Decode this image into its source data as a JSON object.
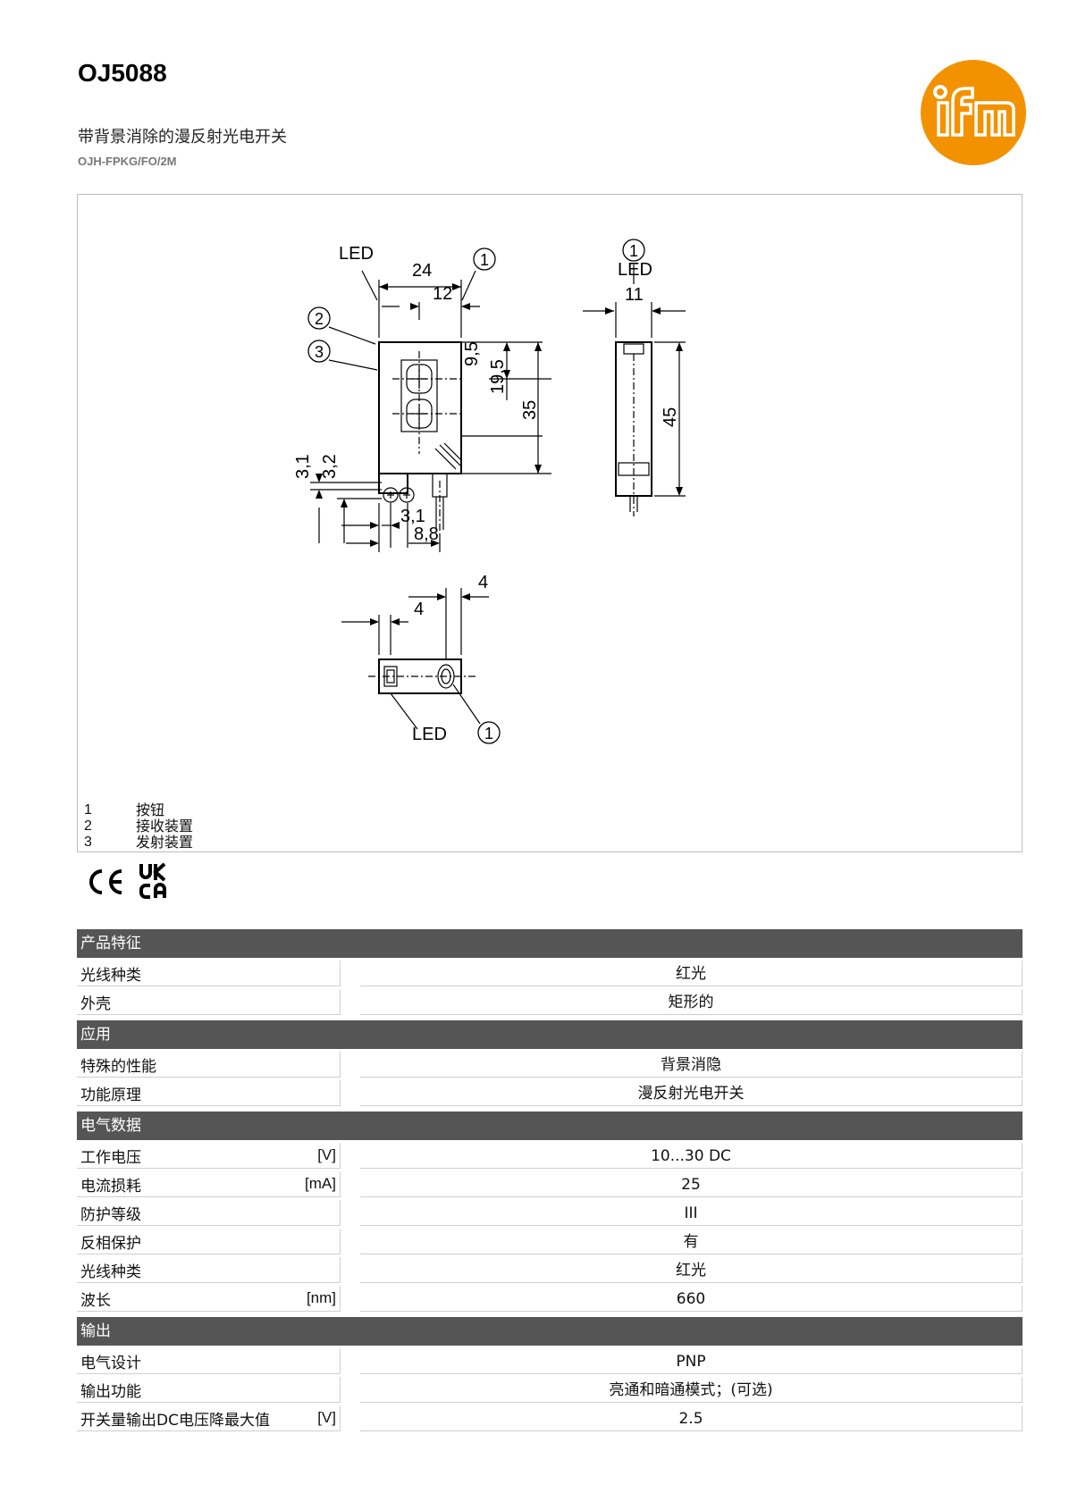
{
  "header": {
    "product_code": "OJ5088",
    "description": "带背景消除的漫反射光电开关",
    "article_name": "OJH-FPKG/FO/2M"
  },
  "brand": {
    "logo_text": "ifm",
    "color": "#F39200"
  },
  "drawing": {
    "labels": {
      "led": "LED",
      "dim_24": "24",
      "dim_12": "12",
      "dim_9_5": "9,5",
      "dim_19_5": "19,5",
      "dim_35": "35",
      "dim_3_1": "3,1",
      "dim_3_2": "3,2",
      "dim_8_8": "8,8",
      "dim_11": "11",
      "dim_45": "45",
      "dim_4": "4",
      "callout_1": "1",
      "callout_2": "2",
      "callout_3": "3"
    },
    "legend": [
      {
        "num": "1",
        "text": "按钮"
      },
      {
        "num": "2",
        "text": "接收装置"
      },
      {
        "num": "3",
        "text": "发射装置"
      }
    ]
  },
  "certifications": [
    "CE",
    "UKCA"
  ],
  "specs": [
    {
      "section": "产品特征",
      "rows": [
        {
          "label": "光线种类",
          "unit": "",
          "value": "红光"
        },
        {
          "label": "外壳",
          "unit": "",
          "value": "矩形的"
        }
      ]
    },
    {
      "section": "应用",
      "rows": [
        {
          "label": "特殊的性能",
          "unit": "",
          "value": "背景消隐"
        },
        {
          "label": "功能原理",
          "unit": "",
          "value": "漫反射光电开关"
        }
      ]
    },
    {
      "section": "电气数据",
      "rows": [
        {
          "label": "工作电压",
          "unit": "[V]",
          "value": "10...30 DC"
        },
        {
          "label": "电流损耗",
          "unit": "[mA]",
          "value": "25"
        },
        {
          "label": "防护等级",
          "unit": "",
          "value": "III"
        },
        {
          "label": "反相保护",
          "unit": "",
          "value": "有"
        },
        {
          "label": "光线种类",
          "unit": "",
          "value": "红光"
        },
        {
          "label": "波长",
          "unit": "[nm]",
          "value": "660"
        }
      ]
    },
    {
      "section": "输出",
      "rows": [
        {
          "label": "电气设计",
          "unit": "",
          "value": "PNP"
        },
        {
          "label": "输出功能",
          "unit": "",
          "value": "亮通和暗通模式；(可选)"
        },
        {
          "label": "开关量输出DC电压降最大值",
          "unit": "[V]",
          "value": "2.5"
        }
      ]
    }
  ]
}
